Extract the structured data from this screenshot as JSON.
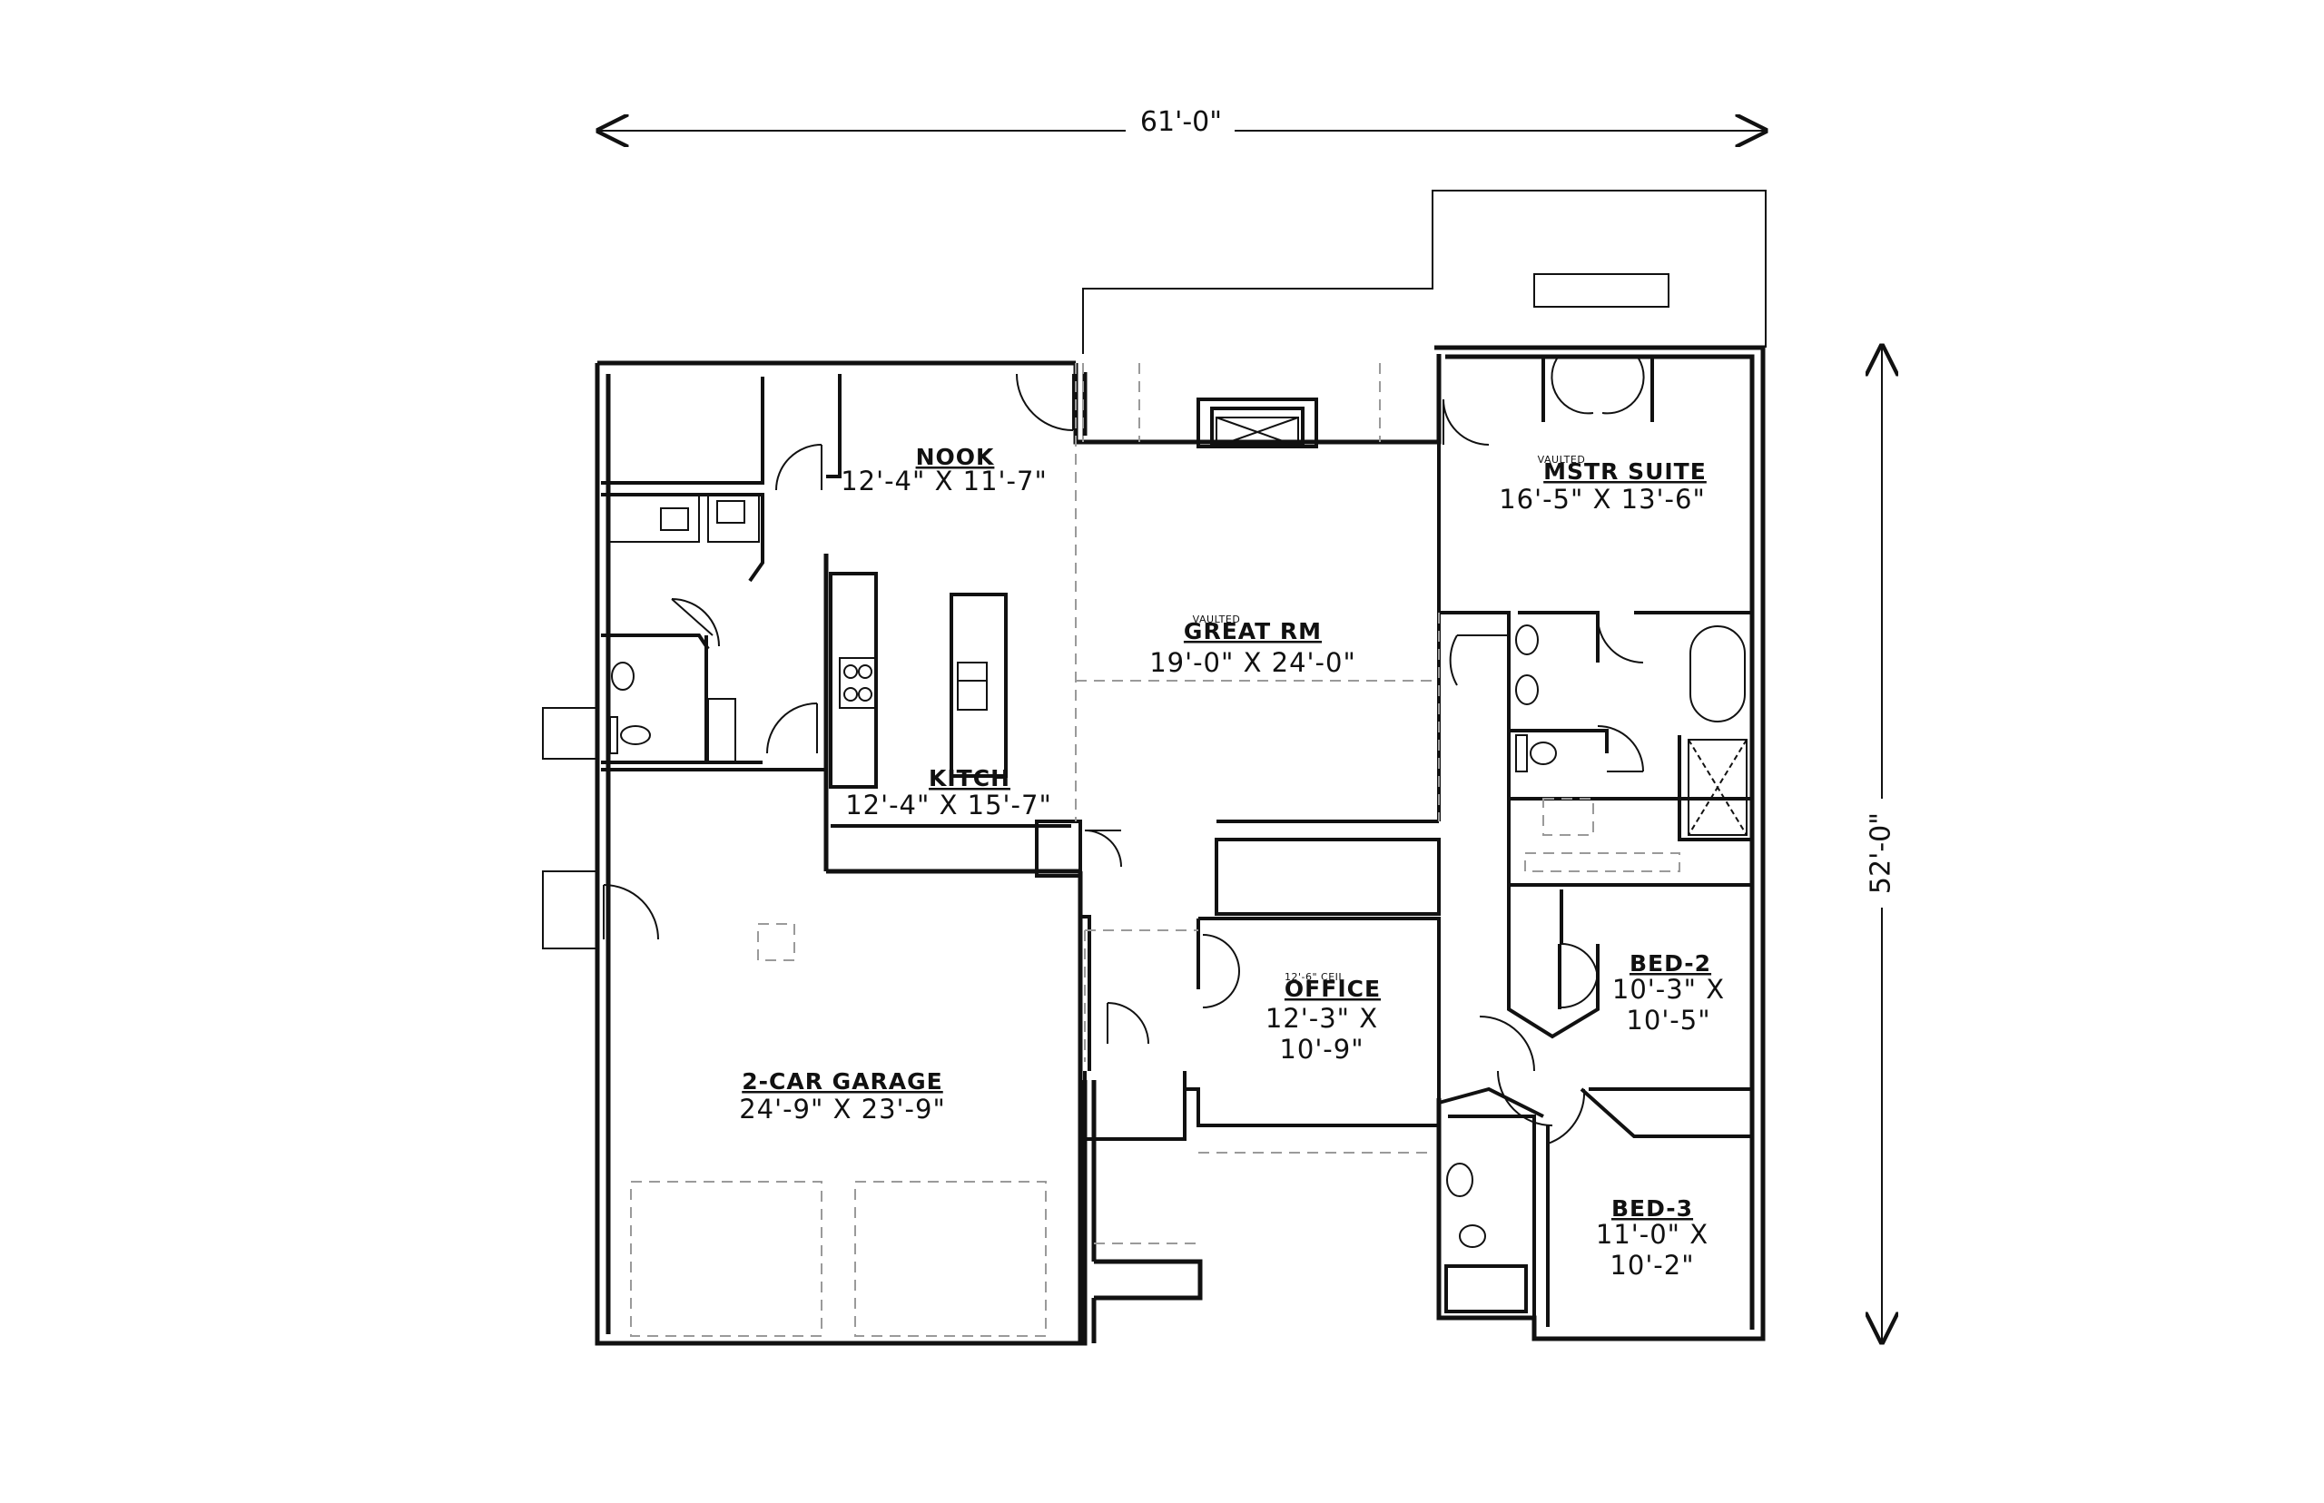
{
  "dimensions": {
    "overall_width": "61'-0\"",
    "overall_depth": "52'-0\""
  },
  "rooms": {
    "nook": {
      "name": "NOOK",
      "size": "12'-4\" X 11'-7\""
    },
    "great_room": {
      "note": "VAULTED",
      "name": "GREAT RM",
      "size": "19'-0\" X 24'-0\""
    },
    "master_suite": {
      "note": "VAULTED",
      "name": "MSTR SUITE",
      "size": "16'-5\" X 13'-6\""
    },
    "kitchen": {
      "name": "KITCH",
      "size": "12'-4\" X 15'-7\""
    },
    "office": {
      "note": "12'-6\" CEIL",
      "name": "OFFICE",
      "size_line1": "12'-3\" X",
      "size_line2": "10'-9\""
    },
    "bed_2": {
      "name": "BED-2",
      "size_line1": "10'-3\" X",
      "size_line2": "10'-5\""
    },
    "bed_3": {
      "name": "BED-3",
      "size_line1": "11'-0\" X",
      "size_line2": "10'-2\""
    },
    "garage": {
      "name": "2-CAR GARAGE",
      "size": "24'-9\" X 23'-9\""
    }
  },
  "colors": {
    "line": "#111111",
    "dashed": "#9a9a9a",
    "background": "#ffffff"
  }
}
